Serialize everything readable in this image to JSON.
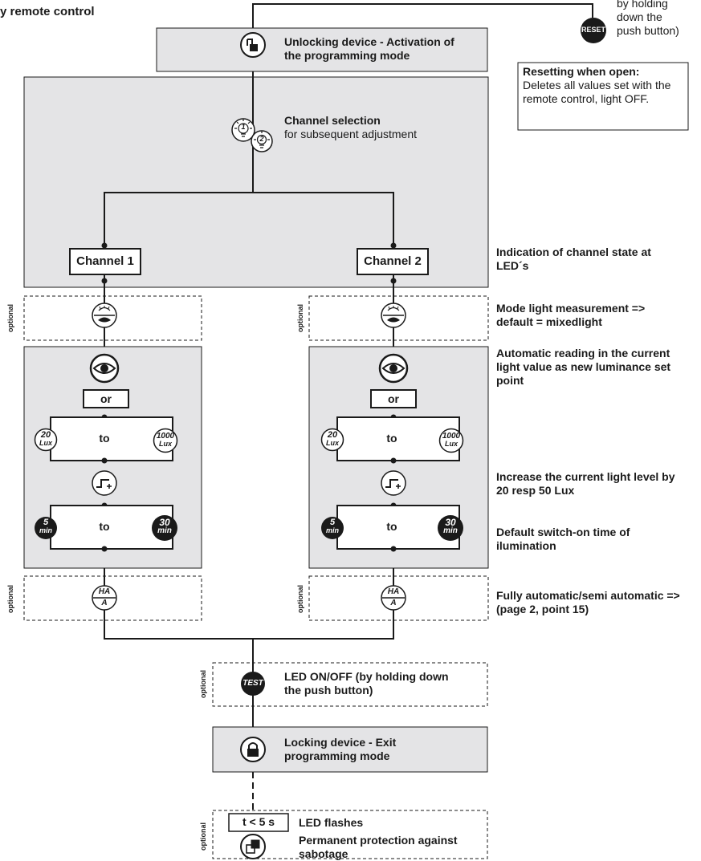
{
  "header": {
    "title_fragment": "y remote control"
  },
  "reset": {
    "button_label": "RESET",
    "note_lines": [
      "by holding",
      "down the",
      "push button)"
    ],
    "open_title": "Resetting when open:",
    "open_text": "Deletes all values set with the remote control, light OFF."
  },
  "unlock": {
    "text": "Unlocking device - Activation of the programming mode"
  },
  "channel_selection": {
    "title": "Channel selection",
    "subtitle": "for subsequent adjustment",
    "icon_labels": [
      "1",
      "2"
    ]
  },
  "channels": [
    "Channel 1",
    "Channel 2"
  ],
  "optional_label": "optional",
  "panel": {
    "or_label": "or",
    "to_label": "to",
    "lux_min": "20",
    "lux_max": "1000",
    "lux_unit": "Lux",
    "min_min": "5",
    "min_max": "30",
    "min_unit": "min",
    "ha_top": "HA",
    "ha_bottom": "A"
  },
  "annotations": {
    "channel_state": "Indication of channel state at LED´s",
    "light_measure": "Mode light measurement => default = mixedlight",
    "auto_reading": "Automatic reading in the current light value as new luminance set point",
    "increase": "Increase the current light level by 20 resp 50 Lux",
    "default_time": "Default switch-on time of ilumination",
    "fully_auto": "Fully automatic/semi automatic => (page 2, point 15)"
  },
  "test": {
    "icon_label": "TEST",
    "text": "LED ON/OFF (by holding down the push button)"
  },
  "lock": {
    "text": "Locking device - Exit programming mode"
  },
  "final": {
    "time_label": "t < 5 s",
    "led_flashes": "LED flashes",
    "protection": "Permanent protection against sabotage"
  },
  "colors": {
    "panel_fill": "#e4e4e6",
    "line": "#1a1a1a",
    "white": "#ffffff"
  }
}
